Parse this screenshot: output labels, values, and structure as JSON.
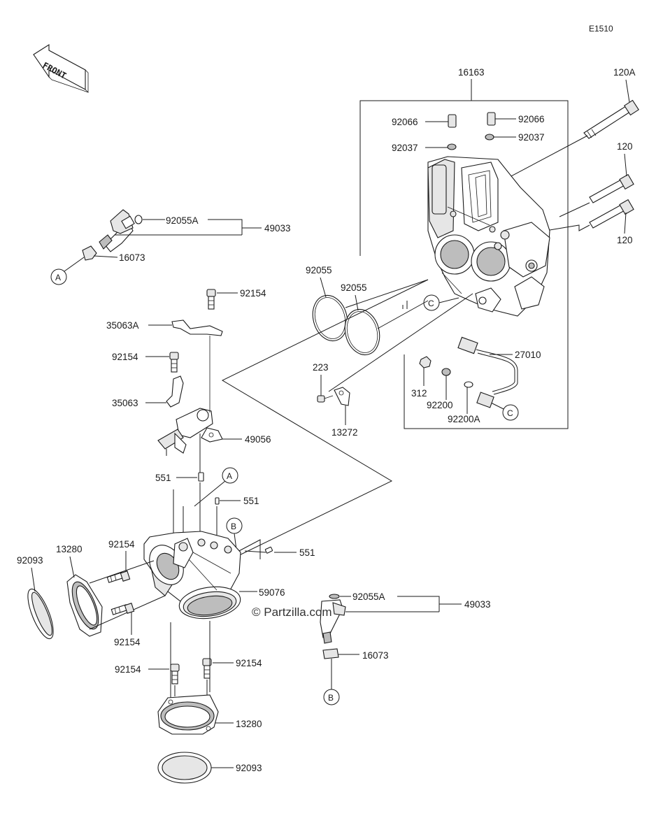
{
  "diagram": {
    "code": "E1510",
    "front_label": "FRONT",
    "watermark": "© Partzilla.com",
    "parts": {
      "p16163": "16163",
      "p120A": "120A",
      "p120_upper": "120",
      "p120_lower": "120",
      "p92066_left": "92066",
      "p92066_right": "92066",
      "p92037_left": "92037",
      "p92037_right": "92037",
      "p92055A_top": "92055A",
      "p49033_top": "49033",
      "p16073_top": "16073",
      "p92055_left": "92055",
      "p92055_right": "92055",
      "p92154_bracket": "92154",
      "p35063A": "35063A",
      "p92154_mid": "92154",
      "p35063": "35063",
      "p49056": "49056",
      "p27010": "27010",
      "p223": "223",
      "p13272": "13272",
      "p312": "312",
      "p92200": "92200",
      "p92200A": "92200A",
      "p551_left": "551",
      "p551_center": "551",
      "p551_right": "551",
      "p13280_left": "13280",
      "p92093_left": "92093",
      "p92154_upperleft": "92154",
      "p92154_lowerleft": "92154",
      "p59076": "59076",
      "p92055A_bottom": "92055A",
      "p49033_bottom": "49033",
      "p16073_bottom": "16073",
      "p92154_bottom_left": "92154",
      "p92154_bottom_right": "92154",
      "p13280_bottom": "13280",
      "p92093_bottom": "92093"
    },
    "refs": {
      "a_top": "A",
      "a_center": "A",
      "b_center": "B",
      "b_bottom": "B",
      "c_upper": "C",
      "c_lower": "C"
    }
  }
}
